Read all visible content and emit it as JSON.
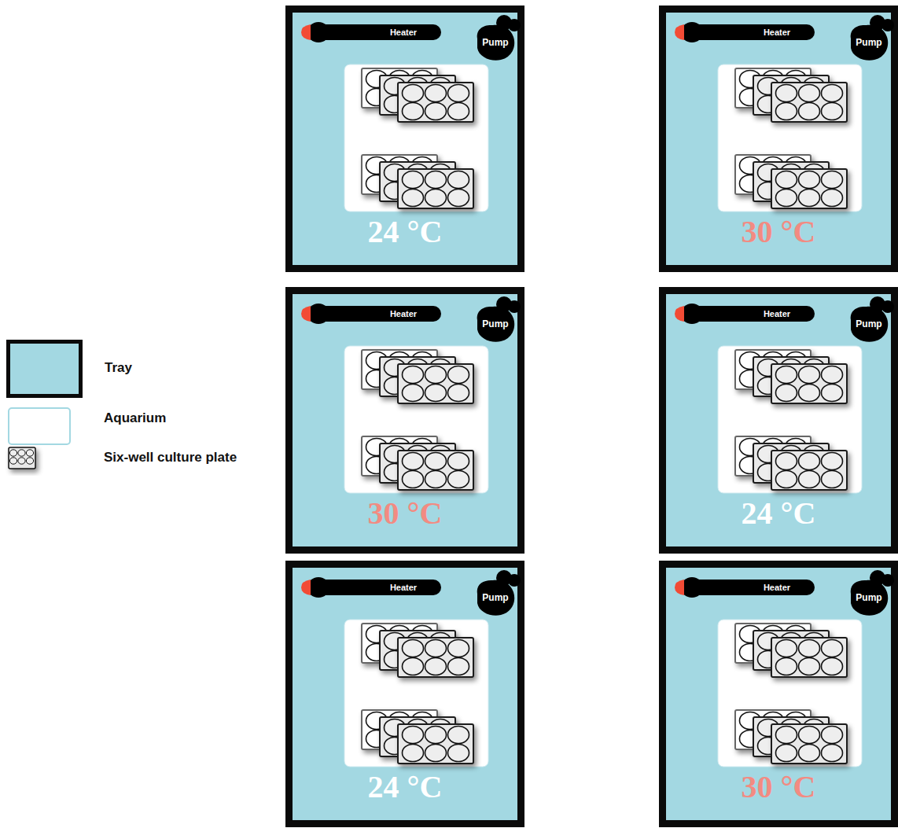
{
  "diagram": {
    "nodes": [
      {
        "text": [
          "24 °C"
        ]
      },
      {
        "text": [
          "Heater"
        ],
        "in": 0
      },
      {
        "text": [
          "Pump"
        ],
        "in": 0
      },
      {
        "text": [
          "30 °C"
        ]
      },
      {
        "text": [
          "Heater"
        ],
        "in": 3
      },
      {
        "text": [
          "Pump"
        ],
        "in": 3
      },
      {
        "text": [
          "30 °C"
        ]
      },
      {
        "text": [
          "Heater"
        ],
        "in": 6
      },
      {
        "text": [
          "Pump"
        ],
        "in": 6
      },
      {
        "text": [
          "24 °C"
        ]
      },
      {
        "text": [
          "Heater"
        ],
        "in": 9
      },
      {
        "text": [
          "Pump"
        ],
        "in": 9
      },
      {
        "text": [
          "24 °C"
        ]
      },
      {
        "text": [
          "Heater"
        ],
        "in": 12
      },
      {
        "text": [
          "Pump"
        ],
        "in": 12
      },
      {
        "text": [
          "30 °C"
        ]
      },
      {
        "text": [
          "Heater"
        ],
        "in": 15
      },
      {
        "text": [
          "Pump"
        ],
        "in": 15
      }
    ],
    "legend": [
      {
        "text": "Tray",
        "color": "#a3d8e2"
      },
      {
        "text": "Aquarium",
        "color": "#ffffff"
      },
      {
        "text": "Six-well culture plate"
      }
    ]
  }
}
